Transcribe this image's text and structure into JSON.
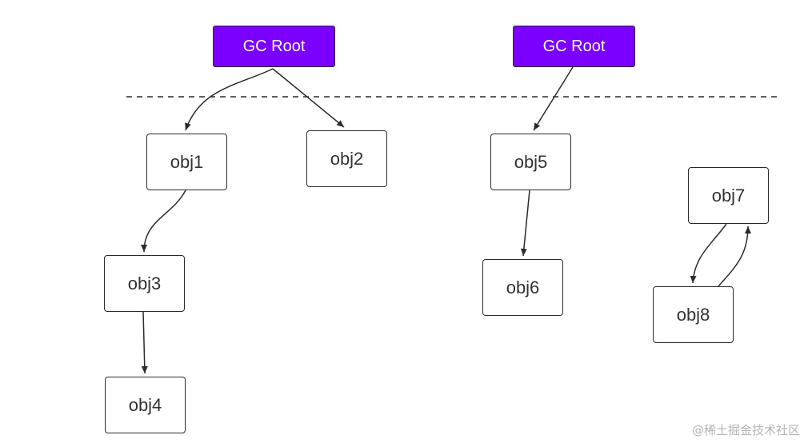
{
  "colors": {
    "root_fill": "#7b00ff",
    "stroke": "#2b2b2b",
    "node_text": "#333333",
    "watermark": "#b4b4b4"
  },
  "roots": [
    {
      "label": "GC Root"
    },
    {
      "label": "GC Root"
    }
  ],
  "objects": {
    "obj1": "obj1",
    "obj2": "obj2",
    "obj3": "obj3",
    "obj4": "obj4",
    "obj5": "obj5",
    "obj6": "obj6",
    "obj7": "obj7",
    "obj8": "obj8"
  },
  "edges": [
    {
      "from": "root1",
      "to": "obj1"
    },
    {
      "from": "root1",
      "to": "obj2"
    },
    {
      "from": "obj1",
      "to": "obj3"
    },
    {
      "from": "obj3",
      "to": "obj4"
    },
    {
      "from": "root2",
      "to": "obj5"
    },
    {
      "from": "obj5",
      "to": "obj6"
    },
    {
      "from": "obj7",
      "to": "obj8"
    },
    {
      "from": "obj8",
      "to": "obj7"
    }
  ],
  "watermark": "@稀土掘金技术社区"
}
